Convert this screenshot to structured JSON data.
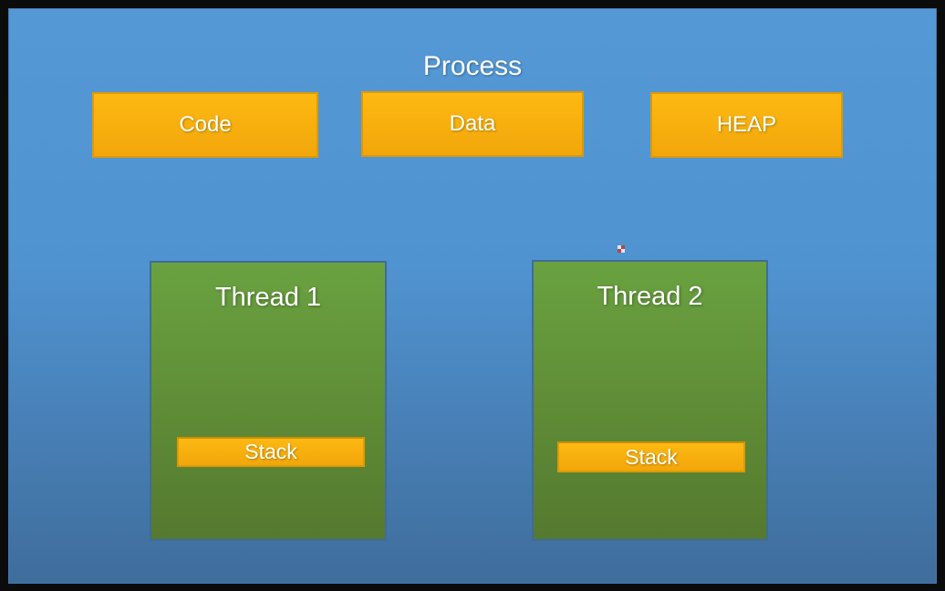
{
  "diagram": {
    "title": "Process",
    "process_segments": [
      {
        "label": "Code"
      },
      {
        "label": "Data"
      },
      {
        "label": "HEAP"
      }
    ],
    "threads": [
      {
        "label": "Thread 1",
        "stack_label": "Stack"
      },
      {
        "label": "Thread 2",
        "stack_label": "Stack"
      }
    ],
    "colors": {
      "frame_black": "#0b0b0b",
      "panel_blue_top": "#5498d6",
      "panel_blue_bottom": "#3f6d9c",
      "panel_border": "#4379ae",
      "segment_fill_top": "#fdb912",
      "segment_fill_bottom": "#f2a60b",
      "segment_border": "#dd9a06",
      "thread_fill_top": "#6aa240",
      "thread_fill_bottom": "#55792f",
      "thread_border": "#3f6c99",
      "label_text": "#ffffff"
    }
  }
}
